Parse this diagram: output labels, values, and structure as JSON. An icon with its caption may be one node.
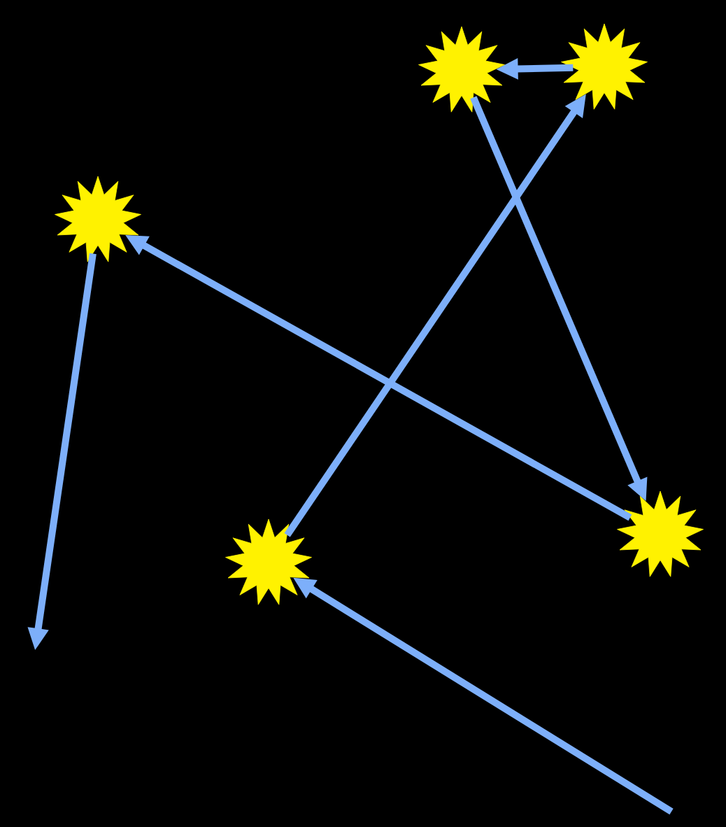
{
  "diagram": {
    "nodes": [
      {
        "text": [],
        "shape": "star"
      },
      {
        "text": [],
        "shape": "star"
      },
      {
        "text": [],
        "shape": "star"
      },
      {
        "text": [],
        "shape": "star"
      },
      {
        "text": [],
        "shape": "star"
      }
    ],
    "edges": [
      {
        "from": null,
        "to": 1,
        "arrow": "to"
      },
      {
        "from": 1,
        "to": 3,
        "arrow": "to"
      },
      {
        "from": 3,
        "to": 2,
        "arrow": "to"
      },
      {
        "from": 2,
        "to": 4,
        "arrow": "to"
      },
      {
        "from": 4,
        "to": 0,
        "arrow": "to"
      },
      {
        "from": 0,
        "to": null,
        "arrow": "to"
      }
    ]
  }
}
